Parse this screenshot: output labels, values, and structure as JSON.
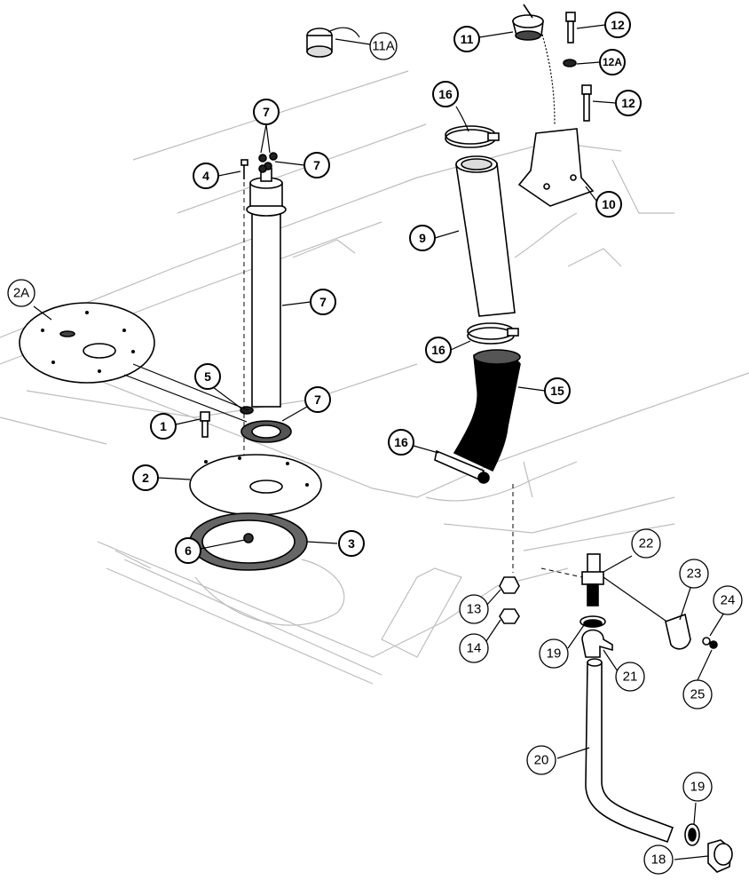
{
  "callouts": [
    {
      "id": "c-11a",
      "label": "11A"
    },
    {
      "id": "c-11",
      "label": "11"
    },
    {
      "id": "c-12a-top",
      "label": "12"
    },
    {
      "id": "c-12a",
      "label": "12A"
    },
    {
      "id": "c-12b",
      "label": "12"
    },
    {
      "id": "c-16a",
      "label": "16"
    },
    {
      "id": "c-10",
      "label": "10"
    },
    {
      "id": "c-7a",
      "label": "7"
    },
    {
      "id": "c-7b",
      "label": "7"
    },
    {
      "id": "c-4",
      "label": "4"
    },
    {
      "id": "c-9",
      "label": "9"
    },
    {
      "id": "c-7c",
      "label": "7"
    },
    {
      "id": "c-2a",
      "label": "2A"
    },
    {
      "id": "c-16b",
      "label": "16"
    },
    {
      "id": "c-5",
      "label": "5"
    },
    {
      "id": "c-7d",
      "label": "7"
    },
    {
      "id": "c-15",
      "label": "15"
    },
    {
      "id": "c-1",
      "label": "1"
    },
    {
      "id": "c-16c",
      "label": "16"
    },
    {
      "id": "c-2",
      "label": "2"
    },
    {
      "id": "c-3",
      "label": "3"
    },
    {
      "id": "c-6",
      "label": "6"
    },
    {
      "id": "c-22",
      "label": "22"
    },
    {
      "id": "c-23",
      "label": "23"
    },
    {
      "id": "c-24",
      "label": "24"
    },
    {
      "id": "c-13",
      "label": "13"
    },
    {
      "id": "c-14",
      "label": "14"
    },
    {
      "id": "c-19a",
      "label": "19"
    },
    {
      "id": "c-21",
      "label": "21"
    },
    {
      "id": "c-25",
      "label": "25"
    },
    {
      "id": "c-20",
      "label": "20"
    },
    {
      "id": "c-19b",
      "label": "19"
    },
    {
      "id": "c-18",
      "label": "18"
    }
  ]
}
